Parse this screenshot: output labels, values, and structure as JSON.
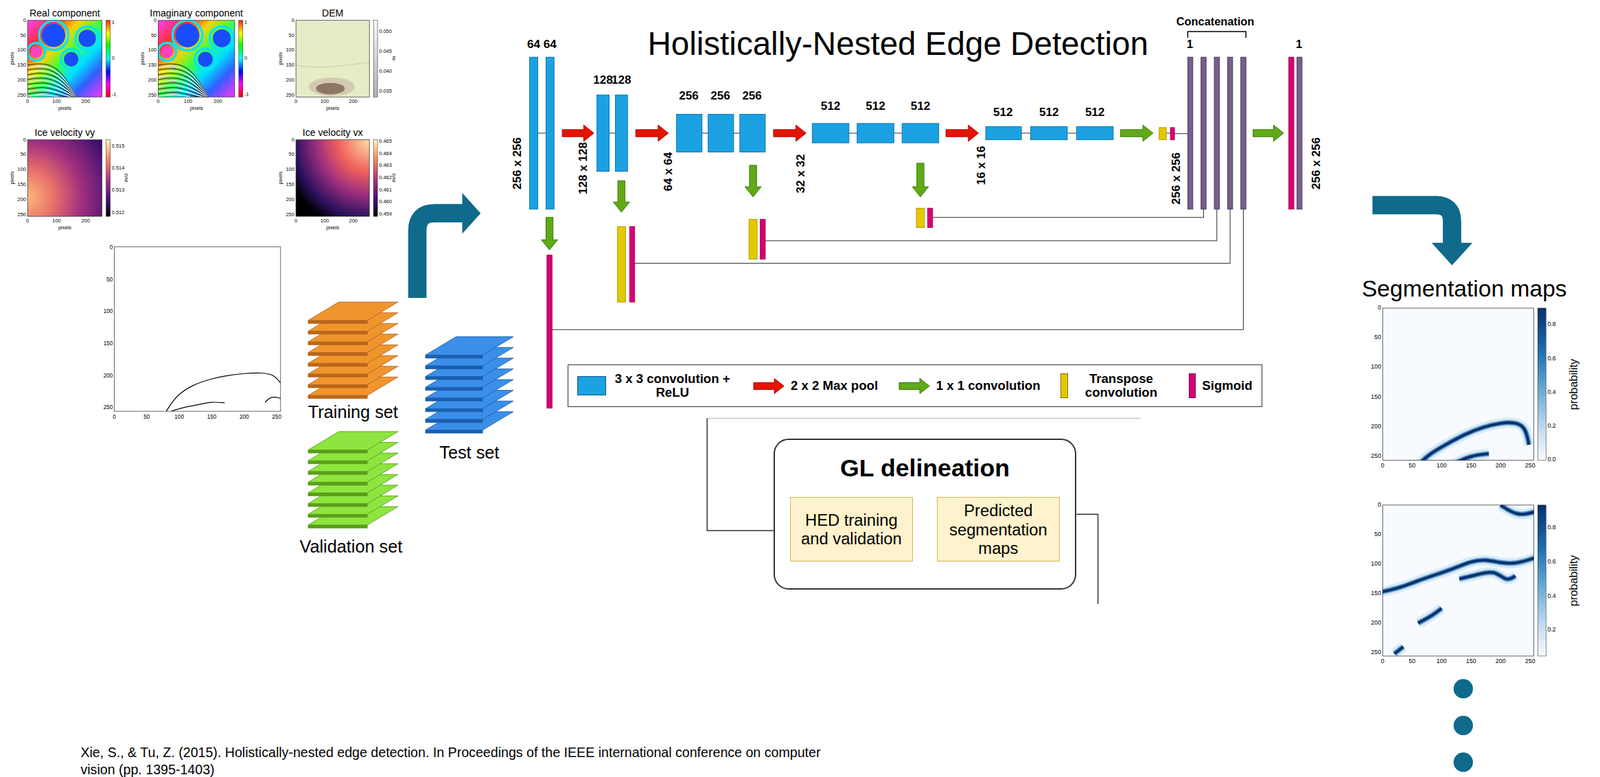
{
  "diagram": {
    "title": "Holistically-Nested Edge Detection",
    "caption": "Xie, S., & Tu, Z. (2015). Holistically-nested edge detection. In Proceedings of the IEEE international conference on computer vision (pp. 1395-1403)",
    "nodes": [
      {
        "text": [
          "GL delineation"
        ]
      },
      {
        "text": [
          "HED training and validation"
        ],
        "in": 0
      },
      {
        "text": [
          "Predicted segmentation maps"
        ],
        "in": 0
      }
    ],
    "edges": [
      {
        "from": 1,
        "to": 2,
        "arrow": "to"
      }
    ],
    "labels": [
      "Real component",
      "0",
      "50",
      "100",
      "150",
      "200",
      "250",
      "0",
      "100",
      "200",
      "1",
      "0",
      "-1",
      "pixels",
      "pixels",
      "Imaginary component",
      "0",
      "50",
      "100",
      "150",
      "200",
      "250",
      "0",
      "100",
      "200",
      "1",
      "0",
      "-1",
      "pixels",
      "pixels",
      "DEM",
      "0",
      "50",
      "100",
      "150",
      "200",
      "250",
      "0",
      "100",
      "200",
      "0.050",
      "0.045",
      "0.040",
      "0.035",
      "pixels",
      "pixels",
      "m",
      "Ice velocity vy",
      "0",
      "50",
      "100",
      "150",
      "200",
      "250",
      "0",
      "100",
      "200",
      "0.515",
      "0.514",
      "0.513",
      "0.512",
      "pixels",
      "pixels",
      "m/d",
      "Ice velocity vx",
      "0",
      "50",
      "100",
      "150",
      "200",
      "250",
      "0",
      "100",
      "200",
      "0.465",
      "0.464",
      "0.463",
      "0.462",
      "0.461",
      "0.460",
      "0.459",
      "pixels",
      "pixels",
      "m/d",
      "0",
      "50",
      "100",
      "150",
      "200",
      "250",
      "0",
      "50",
      "100",
      "150",
      "200",
      "250",
      "Training set",
      "Validation set",
      "Test set",
      "64",
      "64",
      "256 x 256",
      "128",
      "128",
      "128 x 128",
      "256",
      "256",
      "256",
      "64 x 64",
      "512",
      "512",
      "512",
      "32 x 32",
      "512",
      "512",
      "512",
      "16 x 16",
      "Concatenation",
      "1",
      "256 x 256",
      "1",
      "256 x 256",
      "Segmentation maps",
      "0",
      "50",
      "100",
      "150",
      "200",
      "250",
      "0",
      "50",
      "100",
      "150",
      "200",
      "250",
      "0.8",
      "0.6",
      "0.4",
      "0.2",
      "0.0",
      "probability",
      "0",
      "50",
      "100",
      "150",
      "200",
      "250",
      "0",
      "50",
      "100",
      "150",
      "200",
      "250",
      "0.8",
      "0.6",
      "0.4",
      "0.2",
      "probability"
    ],
    "legend": [
      {
        "text": "3 x 3 convolution + ReLU",
        "color": "#1ba1e2"
      },
      {
        "text": "2 x 2 Max pool"
      },
      {
        "text": "1 x 1 convolution"
      },
      {
        "text": "Transpose convolution",
        "color": "#e3c800"
      },
      {
        "text": "Sigmoid",
        "color": "#d80073"
      }
    ]
  }
}
